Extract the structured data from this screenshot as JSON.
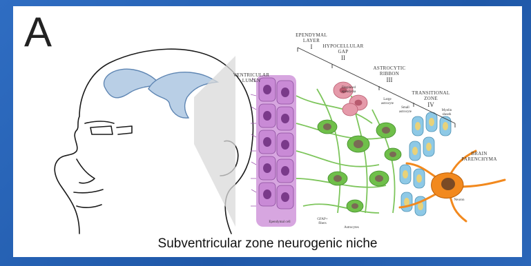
{
  "figure": {
    "panel_letter": "A",
    "caption": "Subventricular zone neurogenic niche"
  },
  "zones": {
    "ventricular_lumen": [
      "VENTRICULAR",
      "LUMEN"
    ],
    "ependymal": {
      "label": [
        "EPENDYMAL",
        "LAYER"
      ],
      "number": "I"
    },
    "hypocellular": {
      "label": [
        "HYPOCELLULAR",
        "GAP"
      ],
      "number": "II"
    },
    "astrocytic": {
      "label": [
        "ASTROCYTIC",
        "RIBBON"
      ],
      "number": "III"
    },
    "transitional": {
      "label": [
        "TRANSITIONAL",
        "ZONE"
      ],
      "number": "IV"
    },
    "brain_parenchyma": [
      "BRAIN",
      "PARENCHYMA"
    ]
  },
  "cell_labels": {
    "displaced_ependyma": [
      "Displaced",
      "ependyma"
    ],
    "large_astrocyte": [
      "Large",
      "astrocyte"
    ],
    "small_astrocyte": [
      "Small",
      "astrocyte"
    ],
    "myelin_sheath": [
      "Myelin",
      "sheath"
    ],
    "ependymal_cell": "Ependymal cell",
    "gfap_fibers": [
      "GFAP+",
      "fibers"
    ],
    "astrocytes": "Astrocytes",
    "neuron": "Neuron"
  },
  "colors": {
    "ventricle_fill": "#b9cfe6",
    "ventricle_stroke": "#5f86b3",
    "ependymal": "#c98ad6",
    "astrocyte": "#6fbf4a",
    "displaced": "#e59aaa",
    "myelin": "#8ec9e6",
    "neuron": "#f2891e"
  }
}
